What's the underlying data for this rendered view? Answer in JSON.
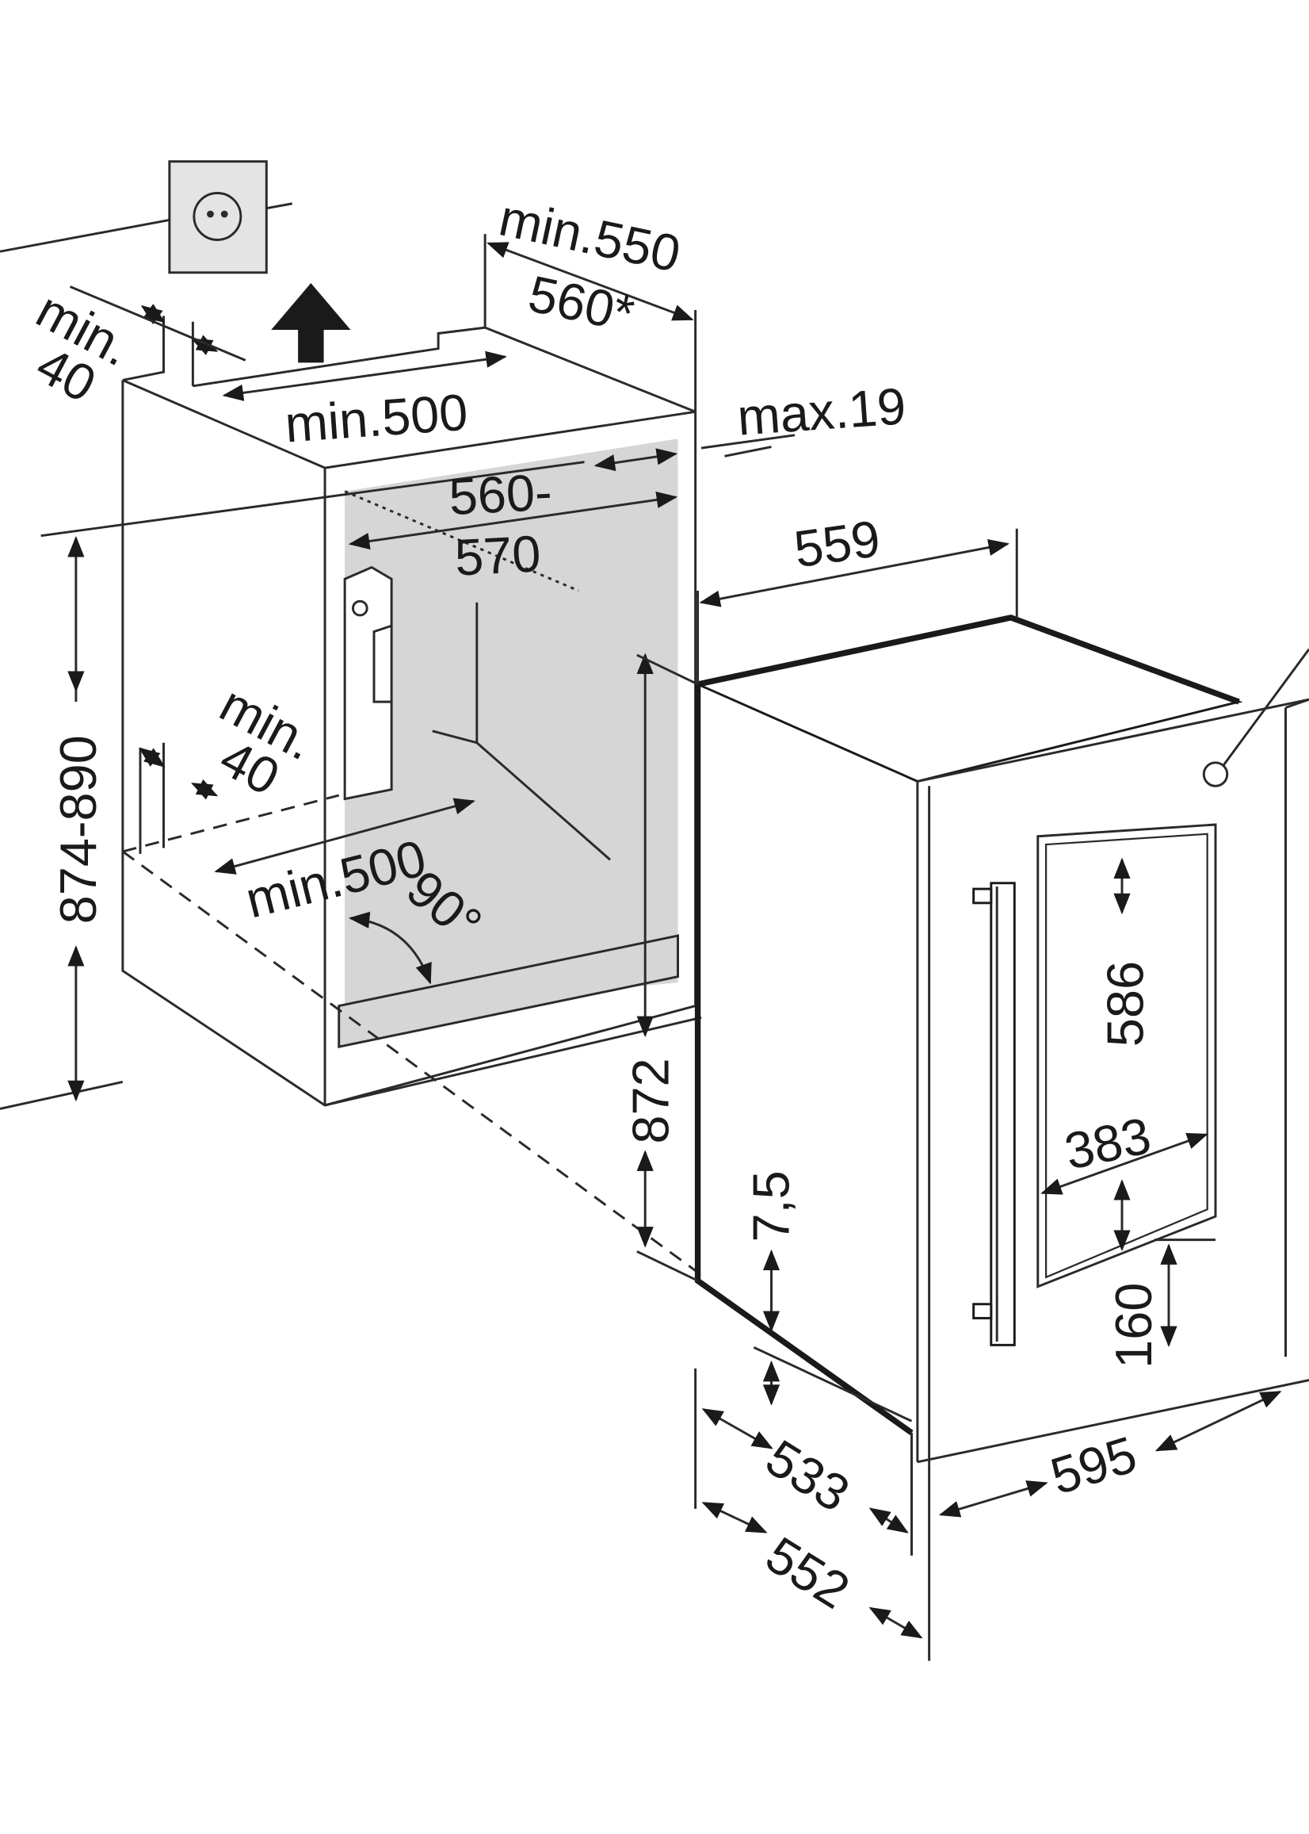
{
  "colors": {
    "niche_fill": "#d6d6d6",
    "line": "#2a2a2a",
    "background": "#ffffff"
  },
  "labels": {
    "min_550": "min.550",
    "d_560_star": "560*",
    "top_min": "min.",
    "top_40": "40",
    "top_min_500": "min.500",
    "max_19": "max.19",
    "w_560": "560-",
    "w_570": "570",
    "d_559": "559",
    "h_874_890": "874-890",
    "bottom_min": "min.",
    "bottom_40": "40",
    "bottom_min_500": "min.500",
    "angle_90": "90°",
    "h_872": "872",
    "d_7_5": "7,5",
    "h_586": "586",
    "w_383": "383",
    "h_160": "160",
    "d_533": "533",
    "d_552": "552",
    "w_595": "595"
  }
}
